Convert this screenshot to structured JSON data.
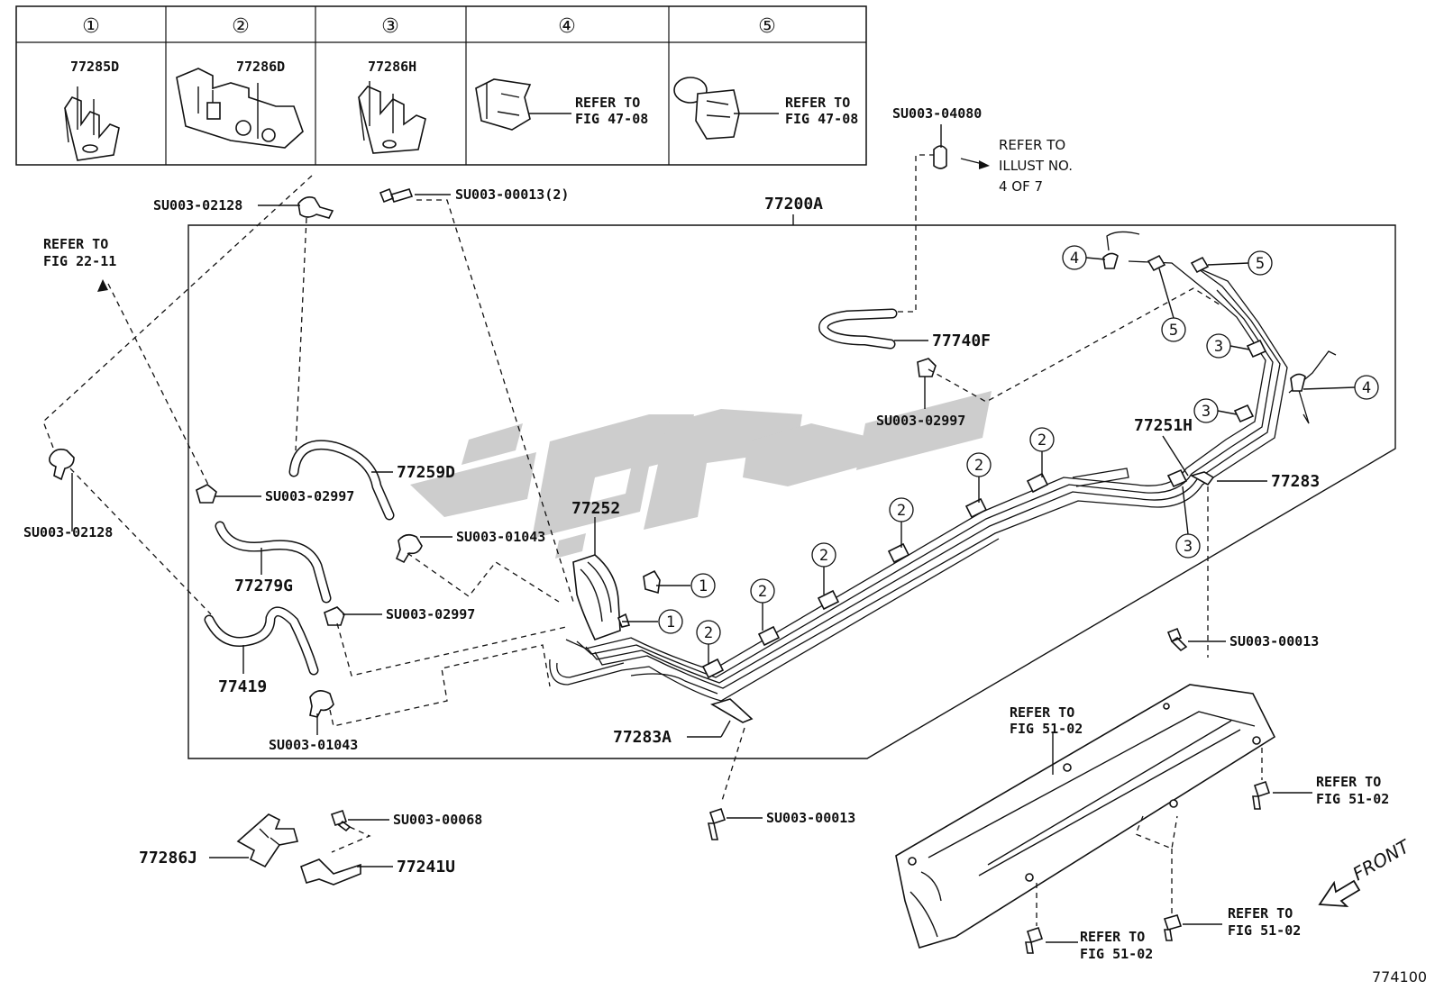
{
  "legend": {
    "cells": [
      {
        "number": "①",
        "part": "77285D"
      },
      {
        "number": "②",
        "part": "77286D"
      },
      {
        "number": "③",
        "part": "77286H"
      },
      {
        "number": "④",
        "part": "",
        "refer_line1": "REFER TO",
        "refer_line2": "FIG 47-08"
      },
      {
        "number": "⑤",
        "part": "",
        "refer_line1": "REFER TO",
        "refer_line2": "FIG 47-08"
      }
    ]
  },
  "labels": {
    "assembly": "77200A",
    "su02128_top": "SU003-02128",
    "su00013_2": "SU003-00013(2)",
    "su04080": "SU003-04080",
    "refer_illust_1": "REFER TO",
    "refer_illust_2": "ILLUST NO.",
    "refer_illust_3": "4 OF 7",
    "refer_22_1": "REFER TO",
    "refer_22_2": "FIG 22-11",
    "p77740f": "77740F",
    "su02997_mid": "SU003-02997",
    "p77259d": "77259D",
    "su02997_left": "SU003-02997",
    "su02128_left": "SU003-02128",
    "p77252": "77252",
    "su01043_top": "SU003-01043",
    "p77279g": "77279G",
    "su02997_low": "SU003-02997",
    "p77419": "77419",
    "su01043_bot": "SU003-01043",
    "p77283a": "77283A",
    "p77251h": "77251H",
    "p77283": "77283",
    "su00013_right": "SU003-00013",
    "su00013_bottom": "SU003-00013",
    "su00068": "SU003-00068",
    "p77286j": "77286J",
    "p77241u": "77241U",
    "refer_51_a1": "REFER TO",
    "refer_51_a2": "FIG 51-02",
    "refer_51_b1": "REFER TO",
    "refer_51_b2": "FIG 51-02",
    "refer_51_c1": "REFER TO",
    "refer_51_c2": "FIG 51-02",
    "refer_51_d1": "REFER TO",
    "refer_51_d2": "FIG 51-02",
    "front": "FRONT",
    "diagram_number": "774100"
  },
  "callouts": {
    "c1": "1",
    "c2": "2",
    "c3": "3",
    "c4": "4",
    "c5": "5"
  },
  "colors": {
    "ink": "#111111",
    "watermark": "#c8c8c8"
  },
  "icons": {
    "front_arrow": "hollow-arrow-left"
  }
}
